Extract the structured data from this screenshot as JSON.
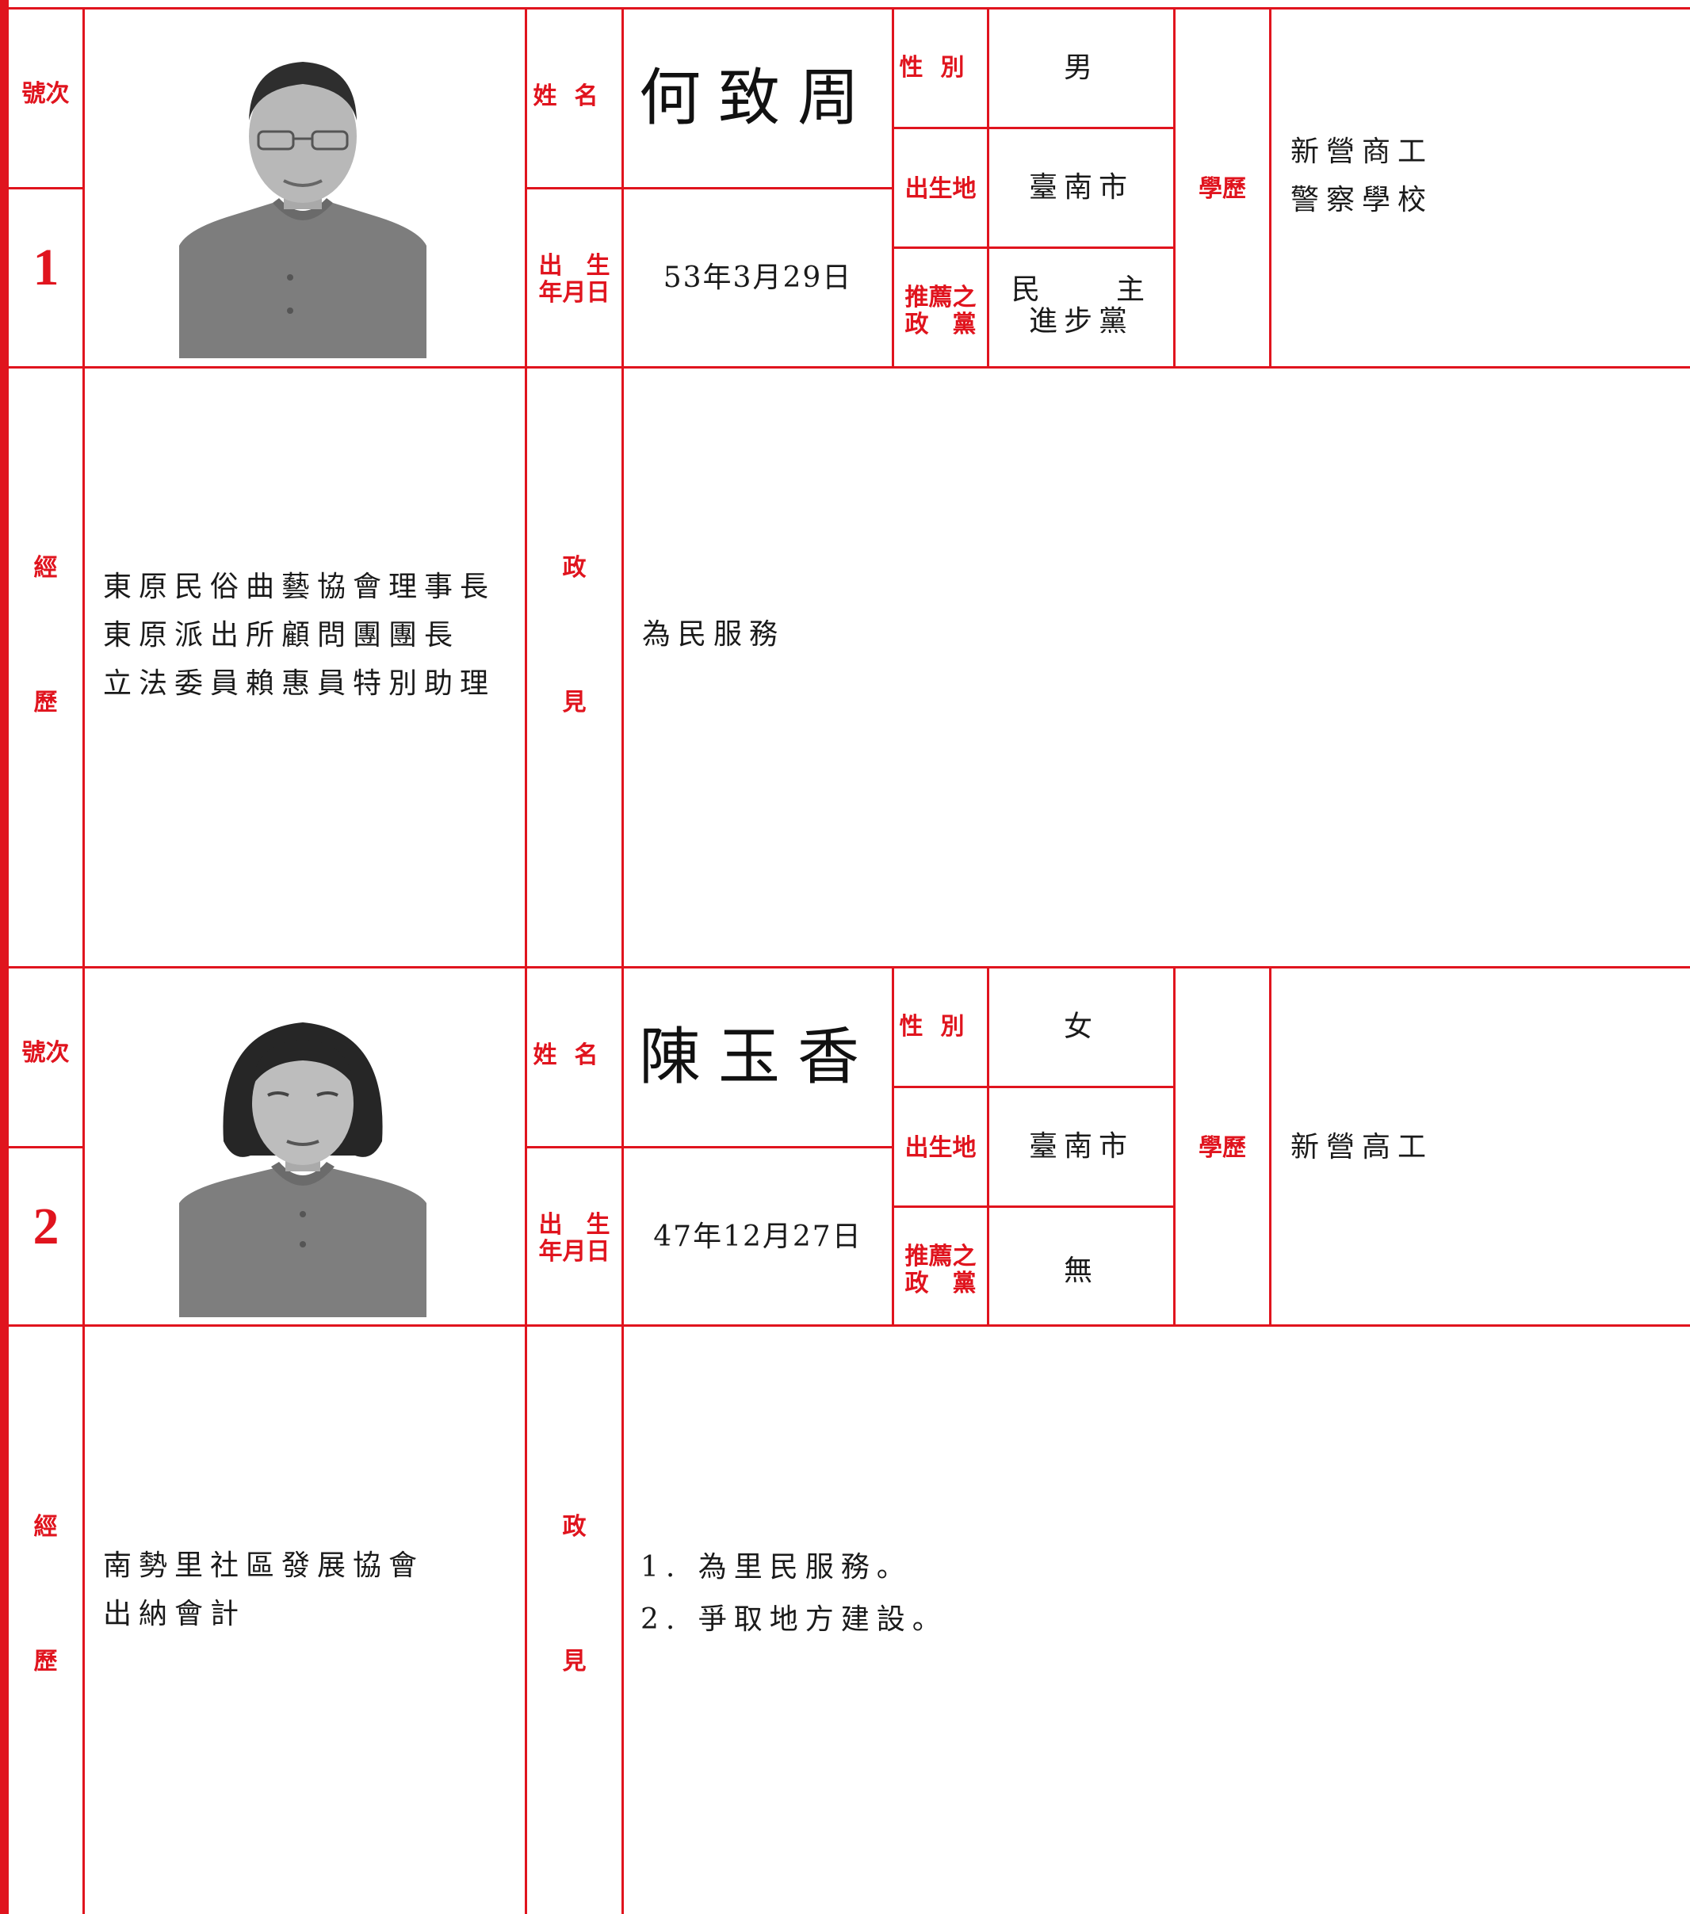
{
  "labels": {
    "number": "號次",
    "name_1": "姓",
    "name_2": "名",
    "gender_1": "性",
    "gender_2": "別",
    "birthplace": "出生地",
    "education": "學歷",
    "birthdate_1": "出　生",
    "birthdate_2": "年月日",
    "party_1": "推薦之",
    "party_2": "政　黨",
    "experience_1": "經",
    "experience_2": "歷",
    "platform_1": "政",
    "platform_2": "見"
  },
  "candidates": [
    {
      "number": "1",
      "name": "何致周",
      "gender": "男",
      "birthplace": "臺南市",
      "birthdate": "53年3月29日",
      "party": [
        "民　　主",
        "進步黨"
      ],
      "education": [
        "新營商工",
        "警察學校"
      ],
      "experience": [
        "東原民俗曲藝協會理事長",
        "東原派出所顧問團團長",
        "立法委員賴惠員特別助理"
      ],
      "platform": [
        "為民服務"
      ]
    },
    {
      "number": "2",
      "name": "陳玉香",
      "gender": "女",
      "birthplace": "臺南市",
      "birthdate": "47年12月27日",
      "party": [
        "無"
      ],
      "education": [
        "新營高工"
      ],
      "experience": [
        "南勢里社區發展協會",
        "出納會計"
      ],
      "platform": [
        "1. 為里民服務。",
        "2. 爭取地方建設。"
      ]
    }
  ],
  "colors": {
    "accent_red": "#e0141e",
    "text": "#1a1a1a",
    "photo_bg": "#ffffff"
  }
}
